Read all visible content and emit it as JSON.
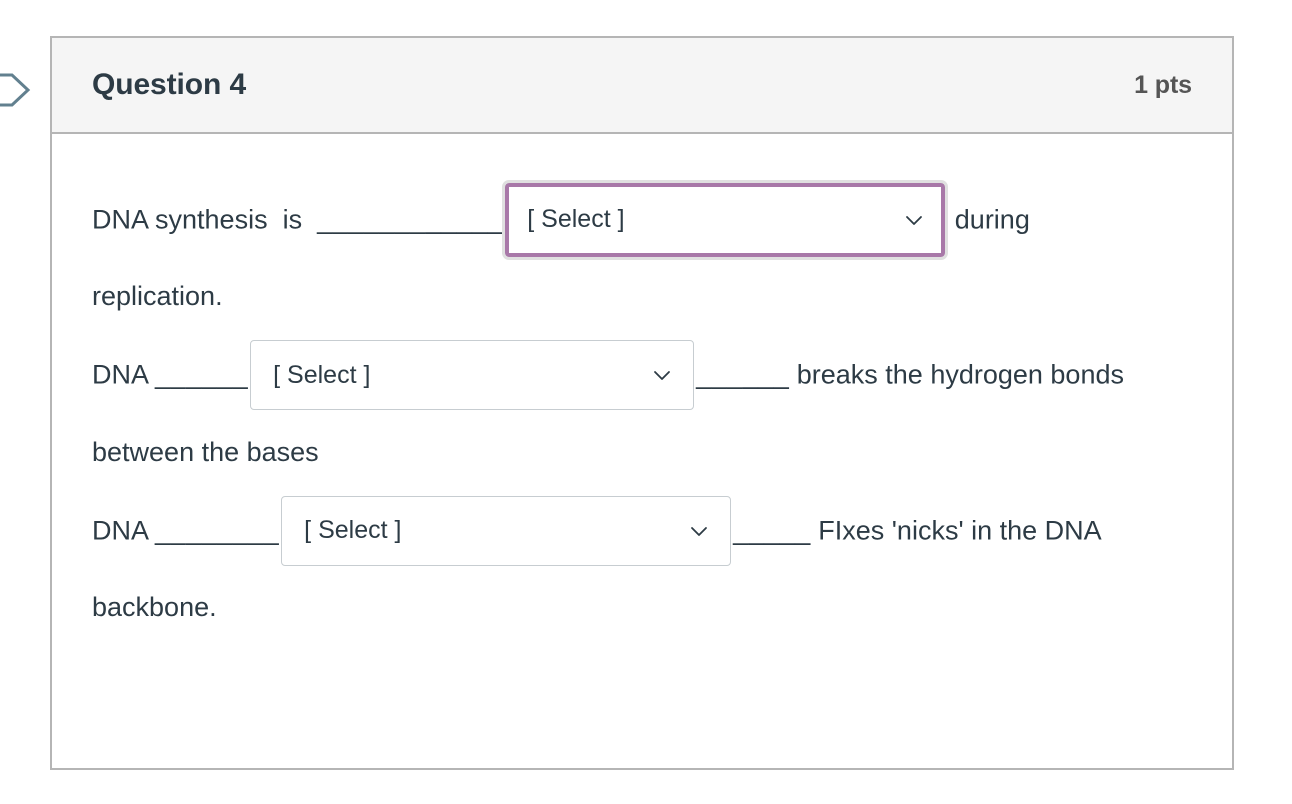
{
  "page": {
    "background": "#ffffff",
    "card_border_color": "#b5b5b5",
    "header_background": "#f5f5f5",
    "text_color": "#2d3b45",
    "focus_border_color": "#a878a8",
    "field_border_color": "#c7cdd1"
  },
  "flag_marker": {
    "name": "question-flag-marker",
    "stroke_color": "#62808f"
  },
  "question": {
    "title": "Question 4",
    "points": "1 pts"
  },
  "content": {
    "segments": [
      {
        "text_1": "DNA synthesis  is  ",
        "blank_1": "____________"
      },
      {
        "tail": " during"
      },
      {
        "line_2": "replication."
      },
      {
        "text_3": "DNA ",
        "blank_3": "______"
      },
      {
        "blank_4": "______",
        "text_4": " breaks the hydrogen bonds"
      },
      {
        "line_5": "between the bases"
      },
      {
        "text_6": "DNA ",
        "blank_6": "________"
      },
      {
        "blank_7": "_____",
        "text_7": " FIxes 'nicks' in the DNA"
      },
      {
        "line_8": "backbone."
      }
    ],
    "line1_prefix": "DNA synthesis  is  ",
    "line1_blank": "____________",
    "line1_suffix": " during",
    "line2": "replication.",
    "line3_prefix": "DNA ",
    "line3_blank": "______",
    "line3_blank_after": "______",
    "line3_suffix": " breaks the hydrogen bonds",
    "line4": "between the bases",
    "line5_prefix": "DNA ",
    "line5_blank": "________",
    "line5_blank_after": "_____",
    "line5_suffix": " FIxes 'nicks' in the DNA",
    "line6": "backbone."
  },
  "dropdowns": [
    {
      "id": "dropdown-1",
      "value": "[ Select ]",
      "focused": true
    },
    {
      "id": "dropdown-2",
      "value": "[ Select ]",
      "focused": false
    },
    {
      "id": "dropdown-3",
      "value": "[ Select ]",
      "focused": false
    }
  ]
}
